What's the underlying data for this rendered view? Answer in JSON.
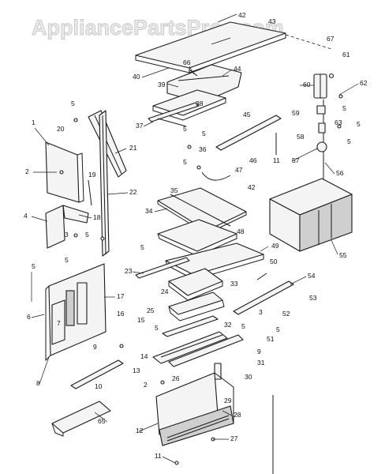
{
  "watermark": "AppliancePartsPros.com",
  "callouts": {
    "c42a": "42",
    "c43": "43",
    "c40": "40",
    "c66": "66",
    "c44": "44",
    "c39": "39",
    "c38": "38",
    "c67": "67",
    "c61": "61",
    "c60": "60",
    "c62": "62",
    "c45": "45",
    "c59": "59",
    "c63": "63",
    "c5_a": "5",
    "c37": "37",
    "c5_b": "5",
    "c58": "58",
    "c5_c": "5",
    "c36": "36",
    "c11a": "11",
    "c57": "57",
    "c56": "56",
    "c46": "46",
    "c5_d": "5",
    "c1": "1",
    "c20": "20",
    "c21": "21",
    "c2": "2",
    "c19": "19",
    "c22": "22",
    "c5_e": "5",
    "c47": "47",
    "c42b": "42",
    "c35": "35",
    "c34": "34",
    "c4": "4",
    "c18": "18",
    "c3a": "3",
    "c5_f": "5",
    "c48": "48",
    "c55": "55",
    "c5_g": "5",
    "c49": "49",
    "c23": "23",
    "c5_h": "5",
    "c50": "50",
    "c5_i": "5",
    "c54": "54",
    "c17": "17",
    "c24": "24",
    "c33": "33",
    "c53": "53",
    "c6": "6",
    "c7": "7",
    "c25": "25",
    "c3b": "3",
    "c52": "52",
    "c16": "16",
    "c15": "15",
    "c32": "32",
    "c5_j": "5",
    "c5_k": "5",
    "c51": "51",
    "c14": "14",
    "c9a": "9",
    "c9b": "9",
    "c31": "31",
    "c8": "8",
    "c13": "13",
    "c10": "10",
    "c2b": "2",
    "c26": "26",
    "c30": "30",
    "c29": "29",
    "c28": "28",
    "c65": "65",
    "c12": "12",
    "c27": "27",
    "c11b": "11",
    "c5_l": "5",
    "c5_m": "5",
    "c5_n": "5"
  }
}
